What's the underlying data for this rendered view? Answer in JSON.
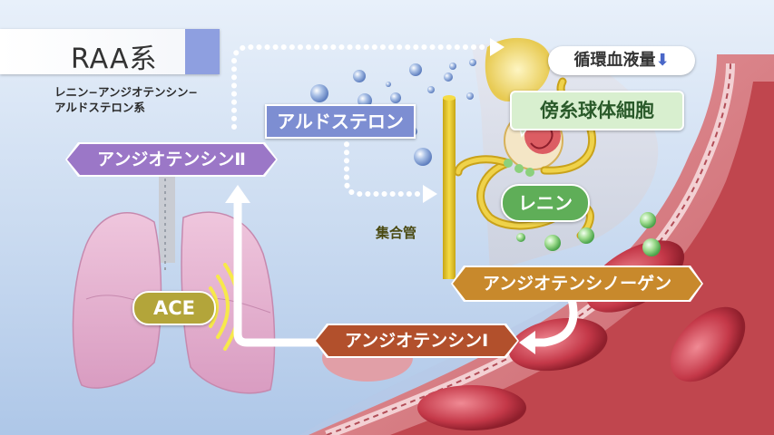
{
  "title": "RAA系",
  "subtitle_lines": [
    "レニン−アンジオテンシン−",
    "アルドステロン系"
  ],
  "labels": {
    "aldosterone": "アルドステロン",
    "juxtaglomerular": "傍糸球体細胞",
    "blood_volume": "循環血液量",
    "blood_volume_arrow": "⬇",
    "renin": "レニン",
    "collecting_duct": "集合管",
    "angiotensin_2": "アンジオテンシンⅡ",
    "angiotensinogen": "アンジオテンシノーゲン",
    "angiotensin_1": "アンジオテンシンⅠ",
    "ace": "ACE"
  },
  "colors": {
    "title_accent": "#8e9fe0",
    "aldosterone": "#7d8ed2",
    "angiotensin_2": "#9b77c7",
    "angiotensinogen": "#c8892c",
    "angiotensin_1": "#b2502c",
    "renin": "#5fae58",
    "ace": "#b3a53a",
    "vessel": "#c0464e",
    "duct": "#e8c630",
    "lung": "#e7b4d4"
  },
  "icons": [
    "lung-icon",
    "kidney-nephron-icon",
    "blood-vessel-icon",
    "down-arrow-icon",
    "dotted-arrow-icon"
  ]
}
